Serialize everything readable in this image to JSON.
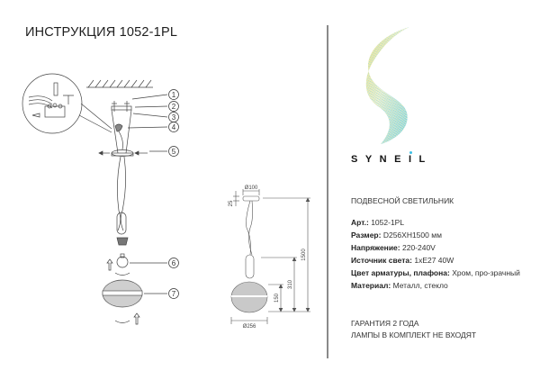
{
  "document": {
    "title": "ИНСТРУКЦИЯ 1052-1PL"
  },
  "brand": {
    "name_prefix": "SYNE",
    "name_i": "I",
    "name_suffix": "L",
    "logo_colors": {
      "yellow": "#e8d24a",
      "cyan": "#4cc3de"
    }
  },
  "product": {
    "type": "ПОДВЕСНОЙ СВЕТИЛЬНИК",
    "specs": [
      {
        "label": "Арт.:",
        "value": "1052-1PL"
      },
      {
        "label": "Размер:",
        "value": "D256XH1500 мм"
      },
      {
        "label": "Напряжение:",
        "value": "220-240V"
      },
      {
        "label": "Источник света:",
        "value": "1xE27 40W"
      },
      {
        "label": "Цвет арматуры, плафона:",
        "value": "Хром, про-зрачный"
      },
      {
        "label": "Материал:",
        "value": "Металл, стекло"
      }
    ]
  },
  "notes": {
    "warranty": "ГАРАНТИЯ 2 ГОДА",
    "lamps": "ЛАМПЫ В КОМПЛЕКТ НЕ ВХОДЯТ"
  },
  "assembly_diagram": {
    "callouts": [
      "1",
      "2",
      "3",
      "4",
      "5",
      "6",
      "7"
    ]
  },
  "dimension_drawing": {
    "canopy_diameter": "Ø100",
    "canopy_height": "25",
    "total_height": "1500",
    "shade_to_link": "310",
    "shade_height": "150",
    "shade_diameter": "Ø256"
  }
}
